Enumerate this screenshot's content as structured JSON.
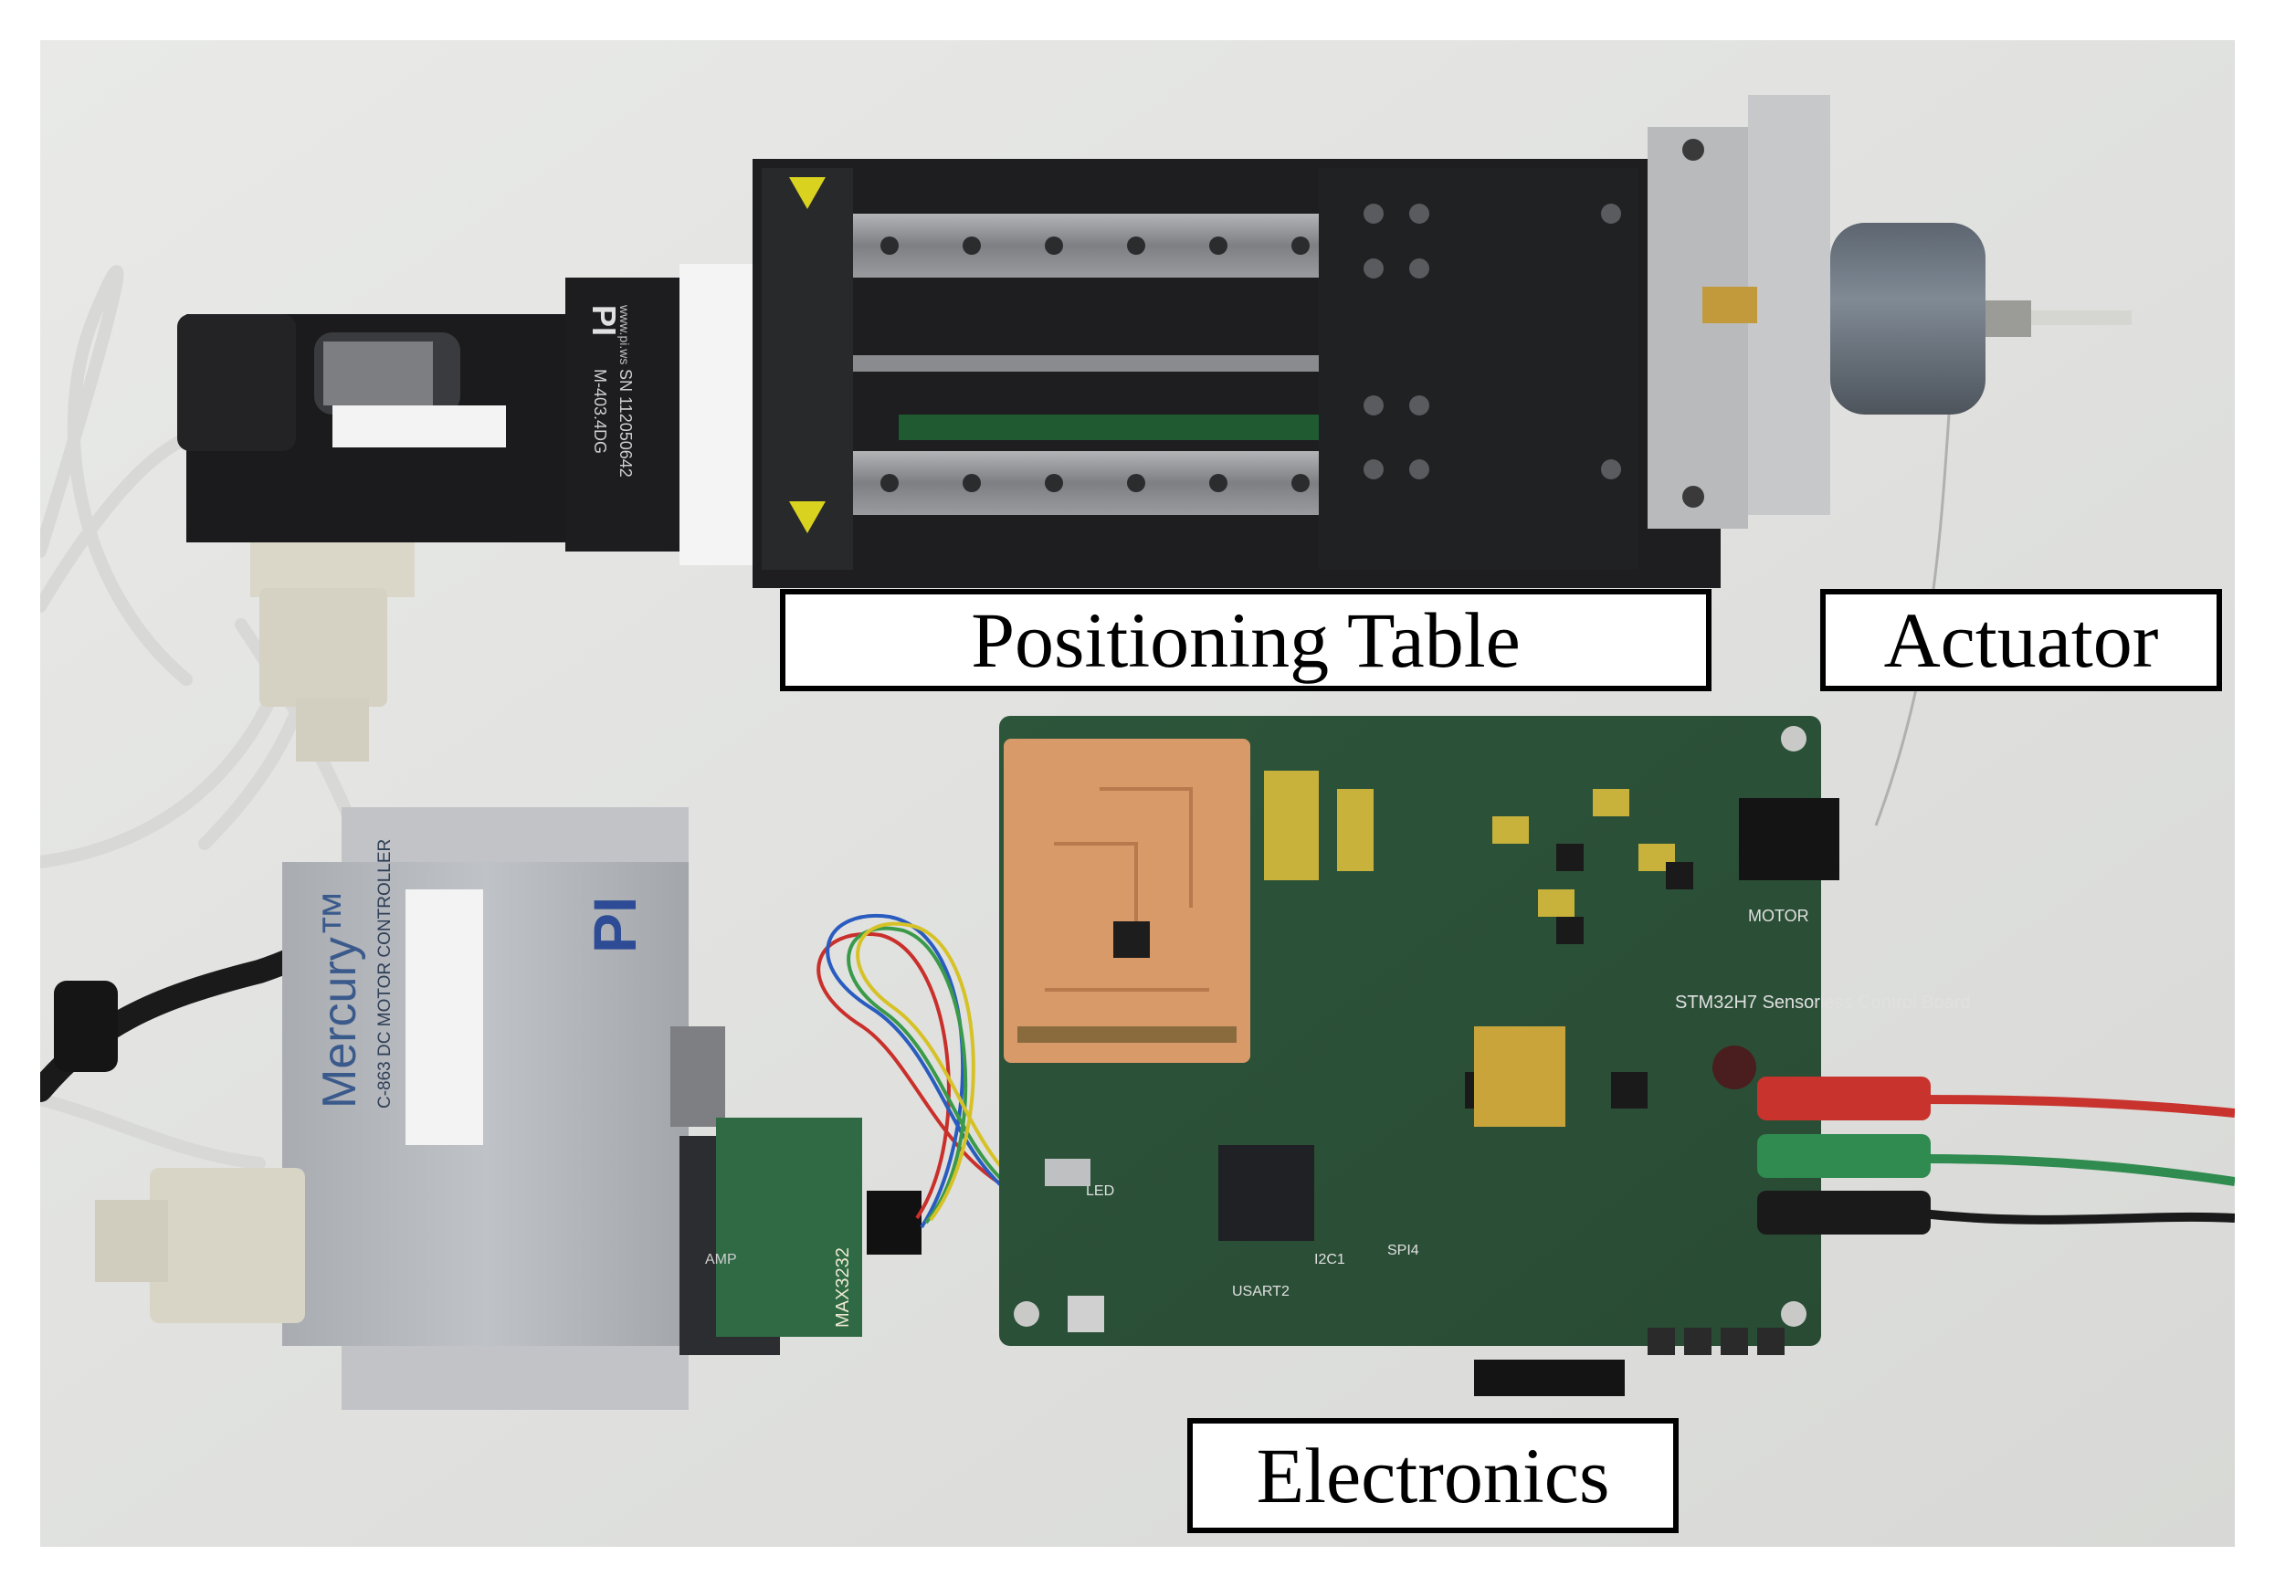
{
  "labels": {
    "positioning_table": "Positioning Table",
    "actuator": "Actuator",
    "electronics": "Electronics"
  },
  "photo_text": {
    "controller_brand": "Mercury™",
    "controller_model": "C-863 DC MOTOR CONTROLLER",
    "controller_logo": "PI",
    "stage_logo": "PI",
    "stage_model": "M-403.4DG",
    "stage_serial": "SN 112050642",
    "stage_url": "www.pi.ws",
    "board_title": "STM32H7 Sensorless Control Board",
    "board_motor": "MOTOR",
    "board_led": "LED",
    "board_usart": "USART2",
    "board_i2c": "I2C1",
    "board_spi": "SPI4",
    "adapter_chip": "MAX3232",
    "adapter_amp": "AMP"
  },
  "colors": {
    "background": "#e6e7e5",
    "stage_body": "#1b1b1d",
    "rail": "#8e8f93",
    "pcb_green": "#2f5a3a",
    "copper_board": "#d99a6a",
    "controller_body": "#b9bcc0",
    "cable_red": "#c9332e",
    "cable_green": "#2f8b4f",
    "cable_black": "#1a1a1a"
  }
}
